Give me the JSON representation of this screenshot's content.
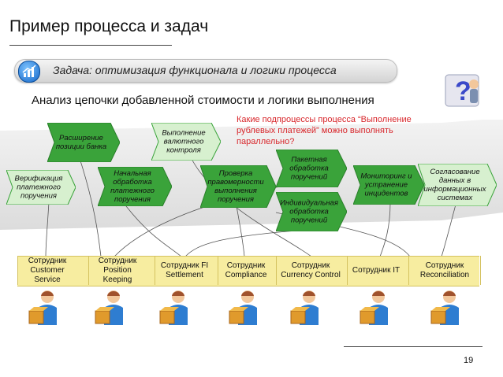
{
  "slide": {
    "title": "Пример процесса и задач",
    "task": "Задача: оптимизация функционала и логики процесса",
    "subtitle": "Анализ цепочки добавленной стоимости и логики выполнения",
    "question": "Какие подпроцессы процесса “Выполнение рублевых платежей” можно выполнять параллельно?",
    "page_number": "19"
  },
  "colors": {
    "chevron_green": "#3aa33a",
    "chevron_light": "#d7f0cf",
    "employee_bar": "#f7eda0",
    "question_red": "#d8262b"
  },
  "steps": [
    {
      "label": "Верификация платежного поручения",
      "style": "light"
    },
    {
      "label": "Расширение позиции банка",
      "style": "green"
    },
    {
      "label": "Начальная обработка платежного поручения",
      "style": "green"
    },
    {
      "label": "Выполнение валютного контроля",
      "style": "light"
    },
    {
      "label": "Проверка правомерности выполнения поручения",
      "style": "green"
    },
    {
      "label": "Пакетная обработка поручений",
      "style": "green"
    },
    {
      "label": "Индивидуальная обработка поручений",
      "style": "green"
    },
    {
      "label": "Мониторинг и устранение инцидентов",
      "style": "green"
    },
    {
      "label": "Согласование данных в информационных системах",
      "style": "light"
    }
  ],
  "employees": [
    {
      "label": "Сотрудник Customer Service"
    },
    {
      "label": "Сотрудник Position Keeping"
    },
    {
      "label": "Сотрудник FI Settlement"
    },
    {
      "label": "Сотрудник Compliance"
    },
    {
      "label": "Сотрудник Currency Control"
    },
    {
      "label": "Сотрудник IT"
    },
    {
      "label": "Сотрудник Reconciliation"
    }
  ],
  "icons": [
    "chart-icon",
    "question-mark-icon",
    "person-with-box-icon"
  ]
}
